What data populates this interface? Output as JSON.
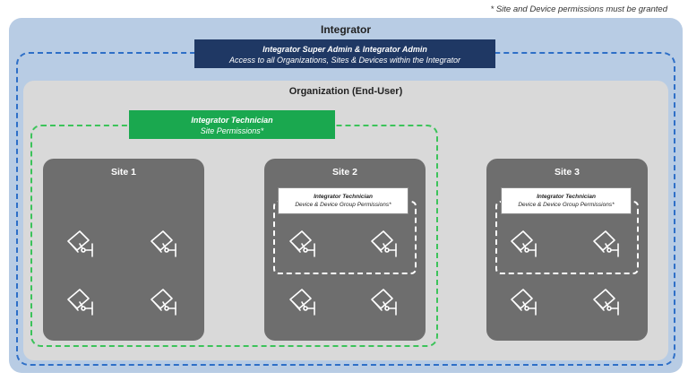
{
  "footnote": "* Site and Device permissions must be granted",
  "integrator": {
    "title": "Integrator"
  },
  "super_admin": {
    "title": "Integrator Super Admin & Integrator Admin",
    "subtitle": "Access to all Organizations, Sites & Devices within the Integrator"
  },
  "organization": {
    "title": "Organization (End-User)"
  },
  "technician_site": {
    "title": "Integrator Technician",
    "subtitle": "Site Permissions*"
  },
  "sites": [
    {
      "title": "Site 1"
    },
    {
      "title": "Site 2"
    },
    {
      "title": "Site 3"
    }
  ],
  "technician_device": {
    "title": "Integrator Technician",
    "subtitle": "Device & Device Group Permissions*"
  },
  "colors": {
    "integrator_bg": "#b8cce4",
    "admin_bg": "#1f3864",
    "org_bg": "#d9d9d9",
    "technician_green": "#1aa84f",
    "site_bg": "#6e6e6e"
  },
  "icons": [
    "security-camera-icon"
  ]
}
